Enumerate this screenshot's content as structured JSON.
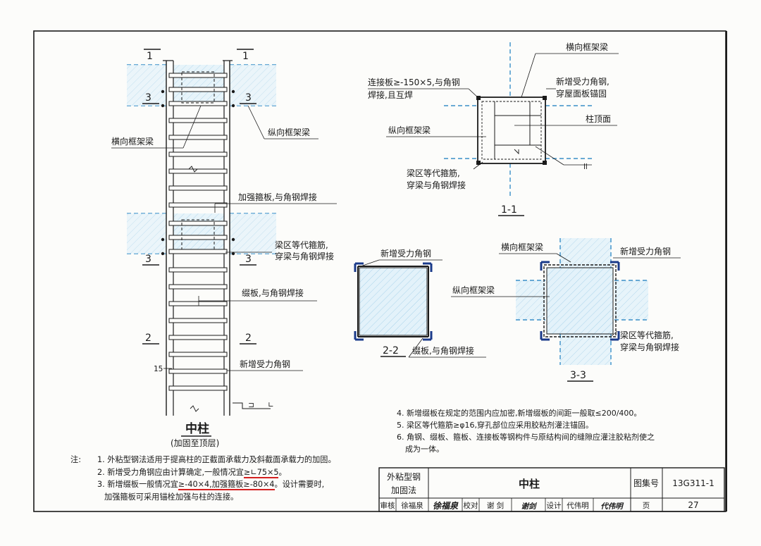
{
  "labels": {
    "section_1": "1",
    "section_2": "2",
    "section_3": "3",
    "transverse_beam": "横向框架梁",
    "longitudinal_beam": "纵向框架梁",
    "stiffener_plate": "加强箍板,与角钢焊接",
    "equiv_stirrup_1": "梁区等代箍筋,",
    "equiv_stirrup_2": "穿梁与角钢焊接",
    "batten_plate": "缀板,与角钢焊接",
    "new_angle": "新增受力角钢",
    "dim_15": "15",
    "column_title": "中柱",
    "column_subtitle": "(加固至顶层)",
    "connect_plate_1": "连接板≥-150×5,与角钢",
    "connect_plate_2": "焊接,且互焊",
    "new_angle_roof_1": "新增受力角钢,",
    "new_angle_roof_2": "穿屋面板锚固",
    "column_top": "柱顶面",
    "sec_1_1": "1-1",
    "sec_2_2": "2-2",
    "sec_3_3": "3-3"
  },
  "notes": {
    "lead": "注:",
    "n1": "1. 外粘型钢法适用于提高柱的正截面承载力及斜截面承载力的加固。",
    "n2_a": "2. 新增受力角钢应由计算确定,一般情况宜",
    "n2_b": "≥∟75×5",
    "n2_c": "。",
    "n3_a": "3. 新增缀板一般情况宜",
    "n3_b": "≥-40×4",
    "n3_c": ",加强箍板",
    "n3_d": "≥-80×4",
    "n3_e": "。设计需要时,",
    "n3_f": "加强箍板可采用锚栓加强与柱的连接。",
    "n4": "4. 新增缀板在规定的范围内应加密,新增缀板的间距一般取≤200/400。",
    "n5": "5. 梁区等代箍筋≥φ16,穿孔部位应采用胶粘剂灌注锚固。",
    "n6_a": "6. 角钢、缀板、箍板、连接板等钢构件与原结构间的缝隙应灌注胶粘剂使之",
    "n6_b": "成为一体。"
  },
  "title_block": {
    "method_1": "外粘型钢",
    "method_2": "加固法",
    "title": "中柱",
    "atlas_label": "图集号",
    "atlas_no": "13G311-1",
    "review_label": "审核",
    "review_name": "徐福泉",
    "review_sig": "徐福泉",
    "check_label": "校对",
    "check_name": "谢 剑",
    "check_sig": "谢剑",
    "design_label": "设计",
    "design_name": "代伟明",
    "design_sig": "代伟明",
    "page_label": "页",
    "page_no": "27"
  },
  "colors": {
    "ink": "#1a1a1a",
    "dash_blue": "#3a8fc8",
    "concrete_fill": "#d8eef8",
    "highlight_red": "#d42020"
  }
}
